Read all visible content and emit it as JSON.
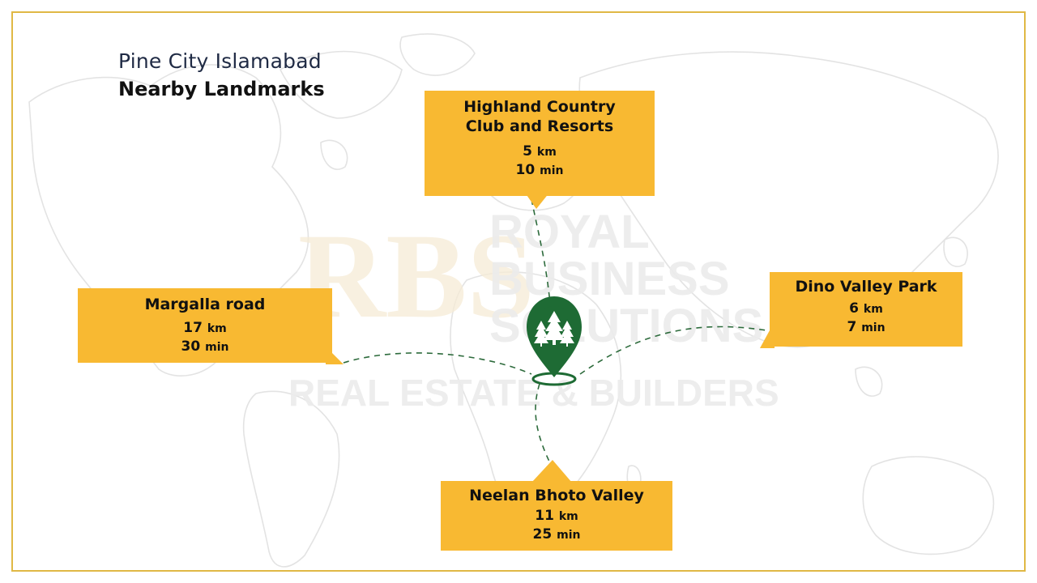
{
  "header": {
    "title": "Pine City Islamabad",
    "subtitle": "Nearby Landmarks"
  },
  "watermark": {
    "monogram": "RBS",
    "line1": "ROYAL",
    "line2": "BUSINESS",
    "line3": "SOLUTIONS",
    "line4": "REAL ESTATE & BUILDERS"
  },
  "colors": {
    "frame": "#e0b845",
    "callout": "#f8b932",
    "pin": "#1e6b34",
    "route": "#2d6b3c"
  },
  "landmarks": [
    {
      "name_line1": "Highland Country",
      "name_line2": "Club and Resorts",
      "distance": "5",
      "distance_unit": "km",
      "time": "10",
      "time_unit": "min"
    },
    {
      "name_line1": "Margalla road",
      "name_line2": "",
      "distance": "17",
      "distance_unit": "km",
      "time": "30",
      "time_unit": "min"
    },
    {
      "name_line1": "Dino Valley Park",
      "name_line2": "",
      "distance": "6",
      "distance_unit": "km",
      "time": "7",
      "time_unit": "min"
    },
    {
      "name_line1": "Neelan Bhoto Valley",
      "name_line2": "",
      "distance": "11",
      "distance_unit": "km",
      "time": "25",
      "time_unit": "min"
    }
  ],
  "icons": {
    "center": "location-pin-icon",
    "trees": "pine-trees-icon"
  }
}
